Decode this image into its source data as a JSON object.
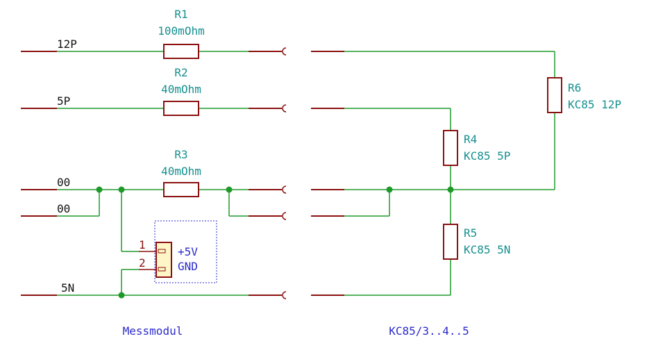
{
  "labels": {
    "net_12p": "12P",
    "net_5p": "5P",
    "net_00_a": "00",
    "net_00_b": "00",
    "net_5n": "5N"
  },
  "components": {
    "r1": {
      "ref": "R1",
      "value": "100mOhm"
    },
    "r2": {
      "ref": "R2",
      "value": "40mOhm"
    },
    "r3": {
      "ref": "R3",
      "value": "40mOhm"
    },
    "r4": {
      "ref": "R4",
      "value": "KC85 5P"
    },
    "r5": {
      "ref": "R5",
      "value": "KC85 5N"
    },
    "r6": {
      "ref": "R6",
      "value": "KC85 12P"
    },
    "connector": {
      "pin1": "1",
      "pin2": "2",
      "label1": "+5V",
      "label2": "GND"
    }
  },
  "sections": {
    "left": "Messmodul",
    "right": "KC85/3..4..5"
  },
  "colors": {
    "wire": "#1e9a2a",
    "component": "#8b1010",
    "field_text": "#168f8f",
    "section_text": "#2b2bcc"
  }
}
